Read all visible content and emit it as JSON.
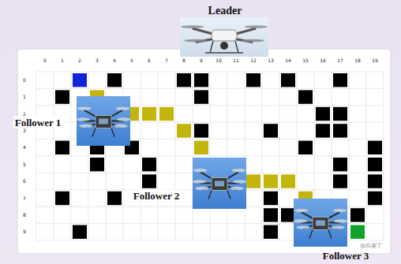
{
  "diagram": {
    "labels": [
      "Leader",
      "Follower 1",
      "Follower 2",
      "Follower 3",
      "0",
      "1",
      "2",
      "3",
      "4",
      "5",
      "6",
      "7",
      "8",
      "9",
      "10",
      "11",
      "12",
      "13",
      "14",
      "15",
      "16",
      "17",
      "18",
      "19",
      "0",
      "1",
      "2",
      "3",
      "4",
      "5",
      "6",
      "7",
      "8",
      "9",
      "@白菜丁"
    ]
  }
}
